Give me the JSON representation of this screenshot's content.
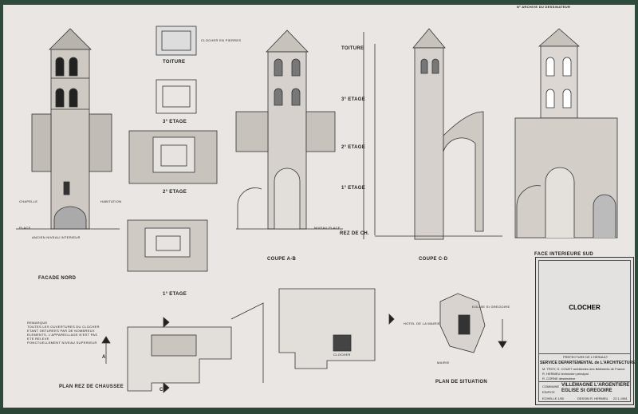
{
  "header_note": "Nº ARCHIVE DU DESSINATEUR",
  "views": {
    "facade_nord": "FACADE NORD",
    "toiture": "TOITURE",
    "clocher_pierres": "CLOCHER EN PIERRES",
    "etage3": "3° ETAGE",
    "etage2": "2° ETAGE",
    "etage1": "1° ETAGE",
    "coupe_ab": "COUPE A-B",
    "coupe_cd": "COUPE C-D",
    "face_sud": "FACE INTERIEURE SUD",
    "plan_rdc": "PLAN REZ DE CHAUSSEE",
    "plan_situation": "PLAN DE SITUATION",
    "rez_ch": "REZ DE CH."
  },
  "levels": {
    "toiture": "TOITURE",
    "e3": "3° ETAGE",
    "e2": "2° ETAGE",
    "e1": "1° ETAGE"
  },
  "annotations": {
    "chapelle": "CHAPELLE",
    "habitation": "HABITATION",
    "place": "PLACE",
    "ancien_niveau": "ANCIEN NIVEAU INTERIEUR",
    "niveau_place": "NIVEAU PLACE",
    "clocher": "CLOCHER",
    "hotel": "HOTEL DE LA MAIRIE",
    "eglise": "EGLISE St GREGOIRE",
    "mairie": "MAIRIE",
    "a": "A",
    "c": "C"
  },
  "remarque": {
    "title": "REMARQUE",
    "lines": [
      "TOUTES LES OUVERTURES DU CLOCHER",
      "ETANT OBTUREES PAR DE NOMBREUX",
      "ELEMENTS, L'APPAREILLAGE N'EST PAS",
      "ETE RELEVE",
      "PONCTUELLEMENT NIVEAU SUPERIEUR"
    ]
  },
  "title_block": {
    "name": "CLOCHER",
    "prefecture": "PREFECTURE DE L'HERAULT",
    "service": "SERVICE DEPARTEMENTAL de L'ARCHITECTURE",
    "staff": [
      "M. TROY, G. COUET  architectes des Bâtiments de France",
      "R. HERMEU  technicien principal",
      "R. CORNE  dessinateur"
    ],
    "commune_label": "COMMUNE",
    "commune": "VILLEMAGNE L'ARGENTIERE",
    "edifice_label": "EDIFICE",
    "edifice": "EGLISE St GREGOIRE",
    "echelle": "ECHELLE 1/50",
    "dessin": "DESSIN R. HERMEU",
    "date": "22.1.1981"
  }
}
